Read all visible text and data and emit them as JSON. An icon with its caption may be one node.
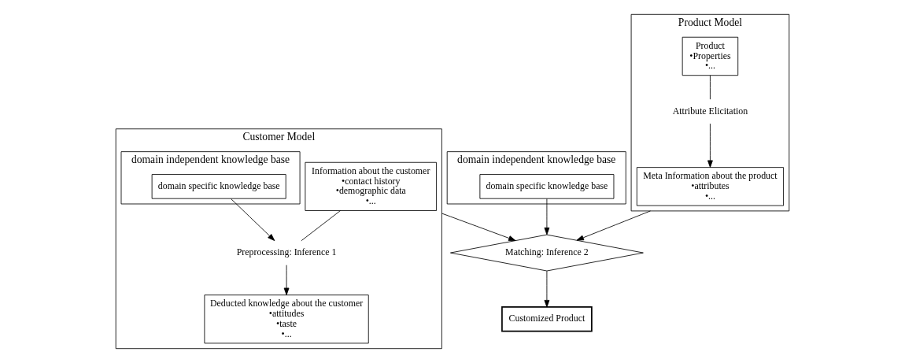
{
  "diagram": {
    "nodes": [
      {
        "text": [
          "Customer Model"
        ]
      },
      {
        "text": [
          "Information about the customer",
          "•contact history",
          "•demographic data",
          "•..."
        ],
        "in": 0
      },
      {
        "text": [
          "Deducted knowledge about the customer",
          "•attitudes",
          "•taste",
          "•..."
        ],
        "in": 0
      },
      {
        "text": [
          "Preprocessing: Inference 1"
        ],
        "in": 0
      },
      {
        "text": [
          "domain independent knowledge base"
        ],
        "in": 0
      },
      {
        "text": [
          "domain specific knowledge base"
        ],
        "in": 4
      },
      {
        "text": [
          "domain independent knowledge base"
        ]
      },
      {
        "text": [
          "domain specific knowledge base"
        ],
        "in": 6
      },
      {
        "text": [
          "Matching: Inference 2"
        ]
      },
      {
        "text": [
          "Product Model"
        ]
      },
      {
        "text": [
          "Meta Information about the product",
          "•attributes",
          "•..."
        ],
        "in": 9
      },
      {
        "text": [
          "Product",
          "•Properties",
          "•..."
        ],
        "in": 9
      },
      {
        "text": [
          "Attribute Elicitation"
        ],
        "in": 9
      },
      {
        "text": [
          "Customized Product"
        ]
      }
    ],
    "edges": [
      {
        "from": 1,
        "to": 3,
        "arrow": "none"
      },
      {
        "from": 3,
        "to": 2,
        "arrow": "to"
      },
      {
        "from": 5,
        "to": 3,
        "arrow": "to"
      },
      {
        "from": 7,
        "to": 8,
        "arrow": "to"
      },
      {
        "from": 0,
        "to": 8,
        "arrow": "to"
      },
      {
        "from": 11,
        "to": 12,
        "arrow": "none"
      },
      {
        "from": 12,
        "to": 10,
        "arrow": "to"
      },
      {
        "from": 9,
        "to": 8,
        "arrow": "to"
      },
      {
        "from": 8,
        "to": 13,
        "arrow": "to"
      }
    ]
  }
}
